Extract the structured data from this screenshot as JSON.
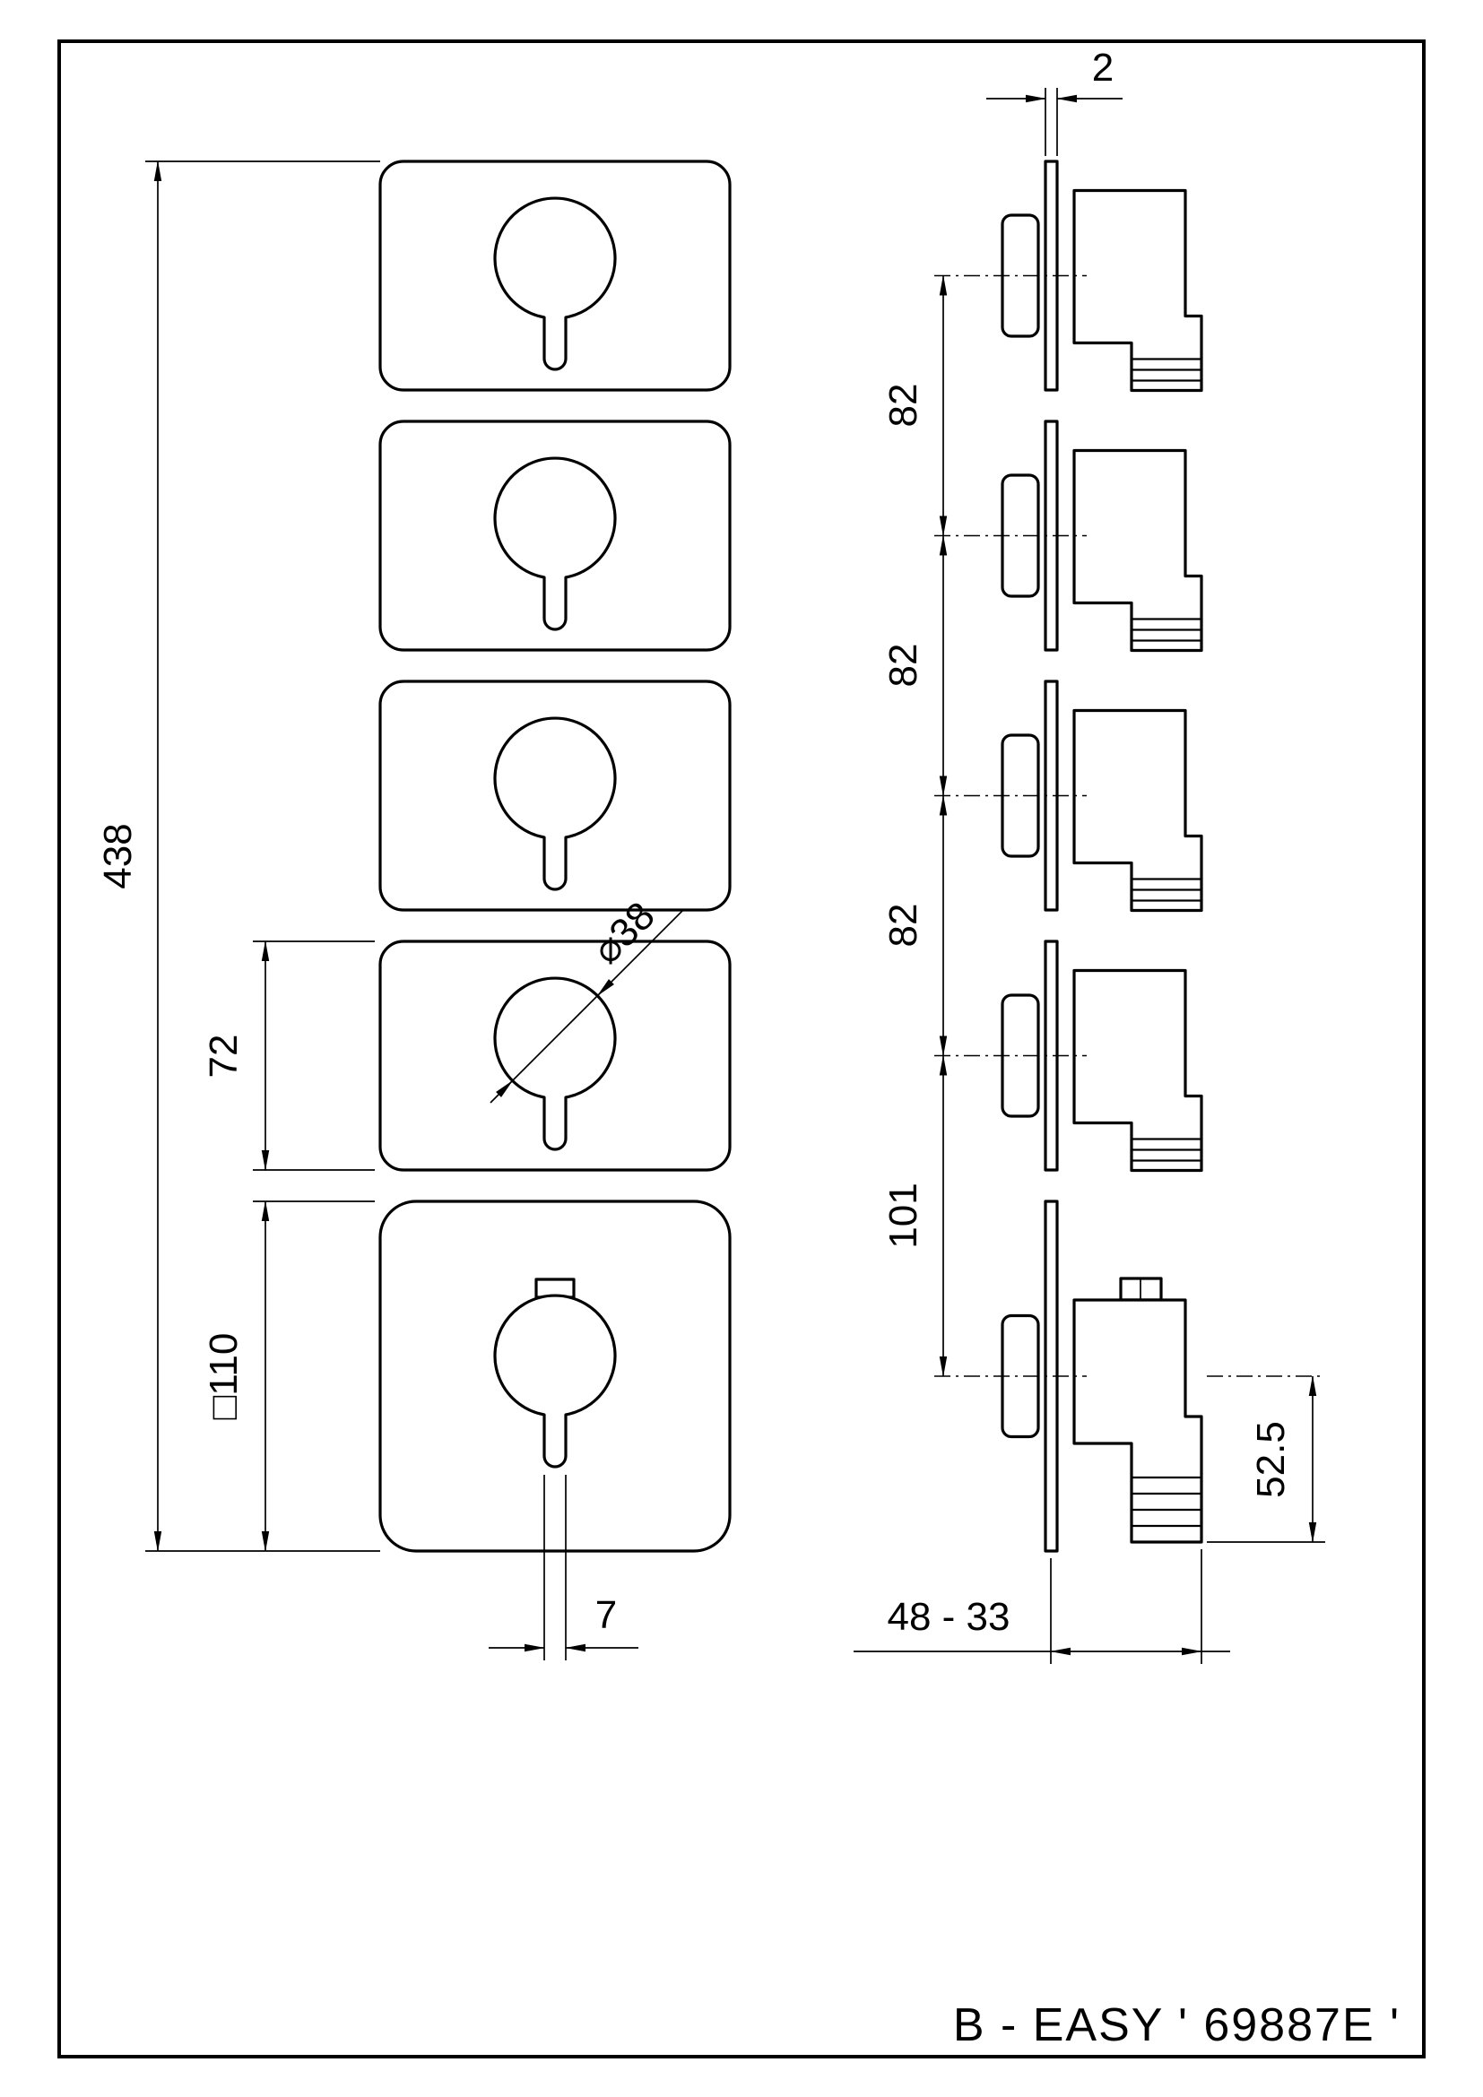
{
  "colors": {
    "line": "#000000",
    "background": "#ffffff"
  },
  "front_view": {
    "total_height": "438",
    "plate_height": "72",
    "square_size": "□110",
    "knob_diameter": "⌀38",
    "handle_width": "7"
  },
  "side_view": {
    "plate_thickness": "2",
    "spacing": [
      "82",
      "82",
      "82",
      "101"
    ],
    "center_to_bottom": "52.5",
    "depth_range": "48 - 33"
  },
  "title_block": {
    "product_code": "B - EASY ' 69887E '"
  }
}
